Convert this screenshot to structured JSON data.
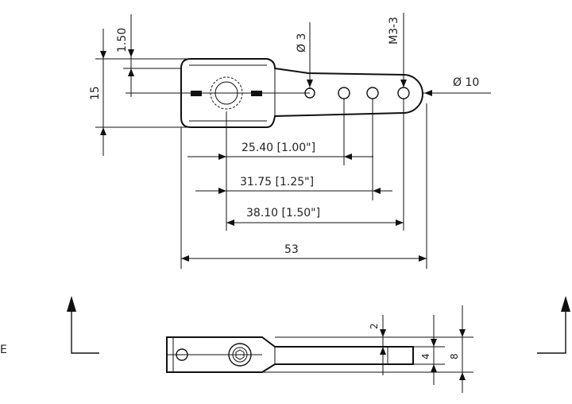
{
  "drawing": {
    "labels": {
      "dim_1_50": "1.50",
      "dim_15": "15",
      "dia_3": "Ø 3",
      "m3_3": "M3-3",
      "dia_10": "Ø 10",
      "span_25_40": "25.40 [1.00\"]",
      "span_31_75": "31.75 [1.25\"]",
      "span_38_10": "38.10 [1.50\"]",
      "overall_53": "53",
      "height_2": "2",
      "height_4": "4",
      "height_8": "8",
      "view_letter": "E"
    }
  }
}
